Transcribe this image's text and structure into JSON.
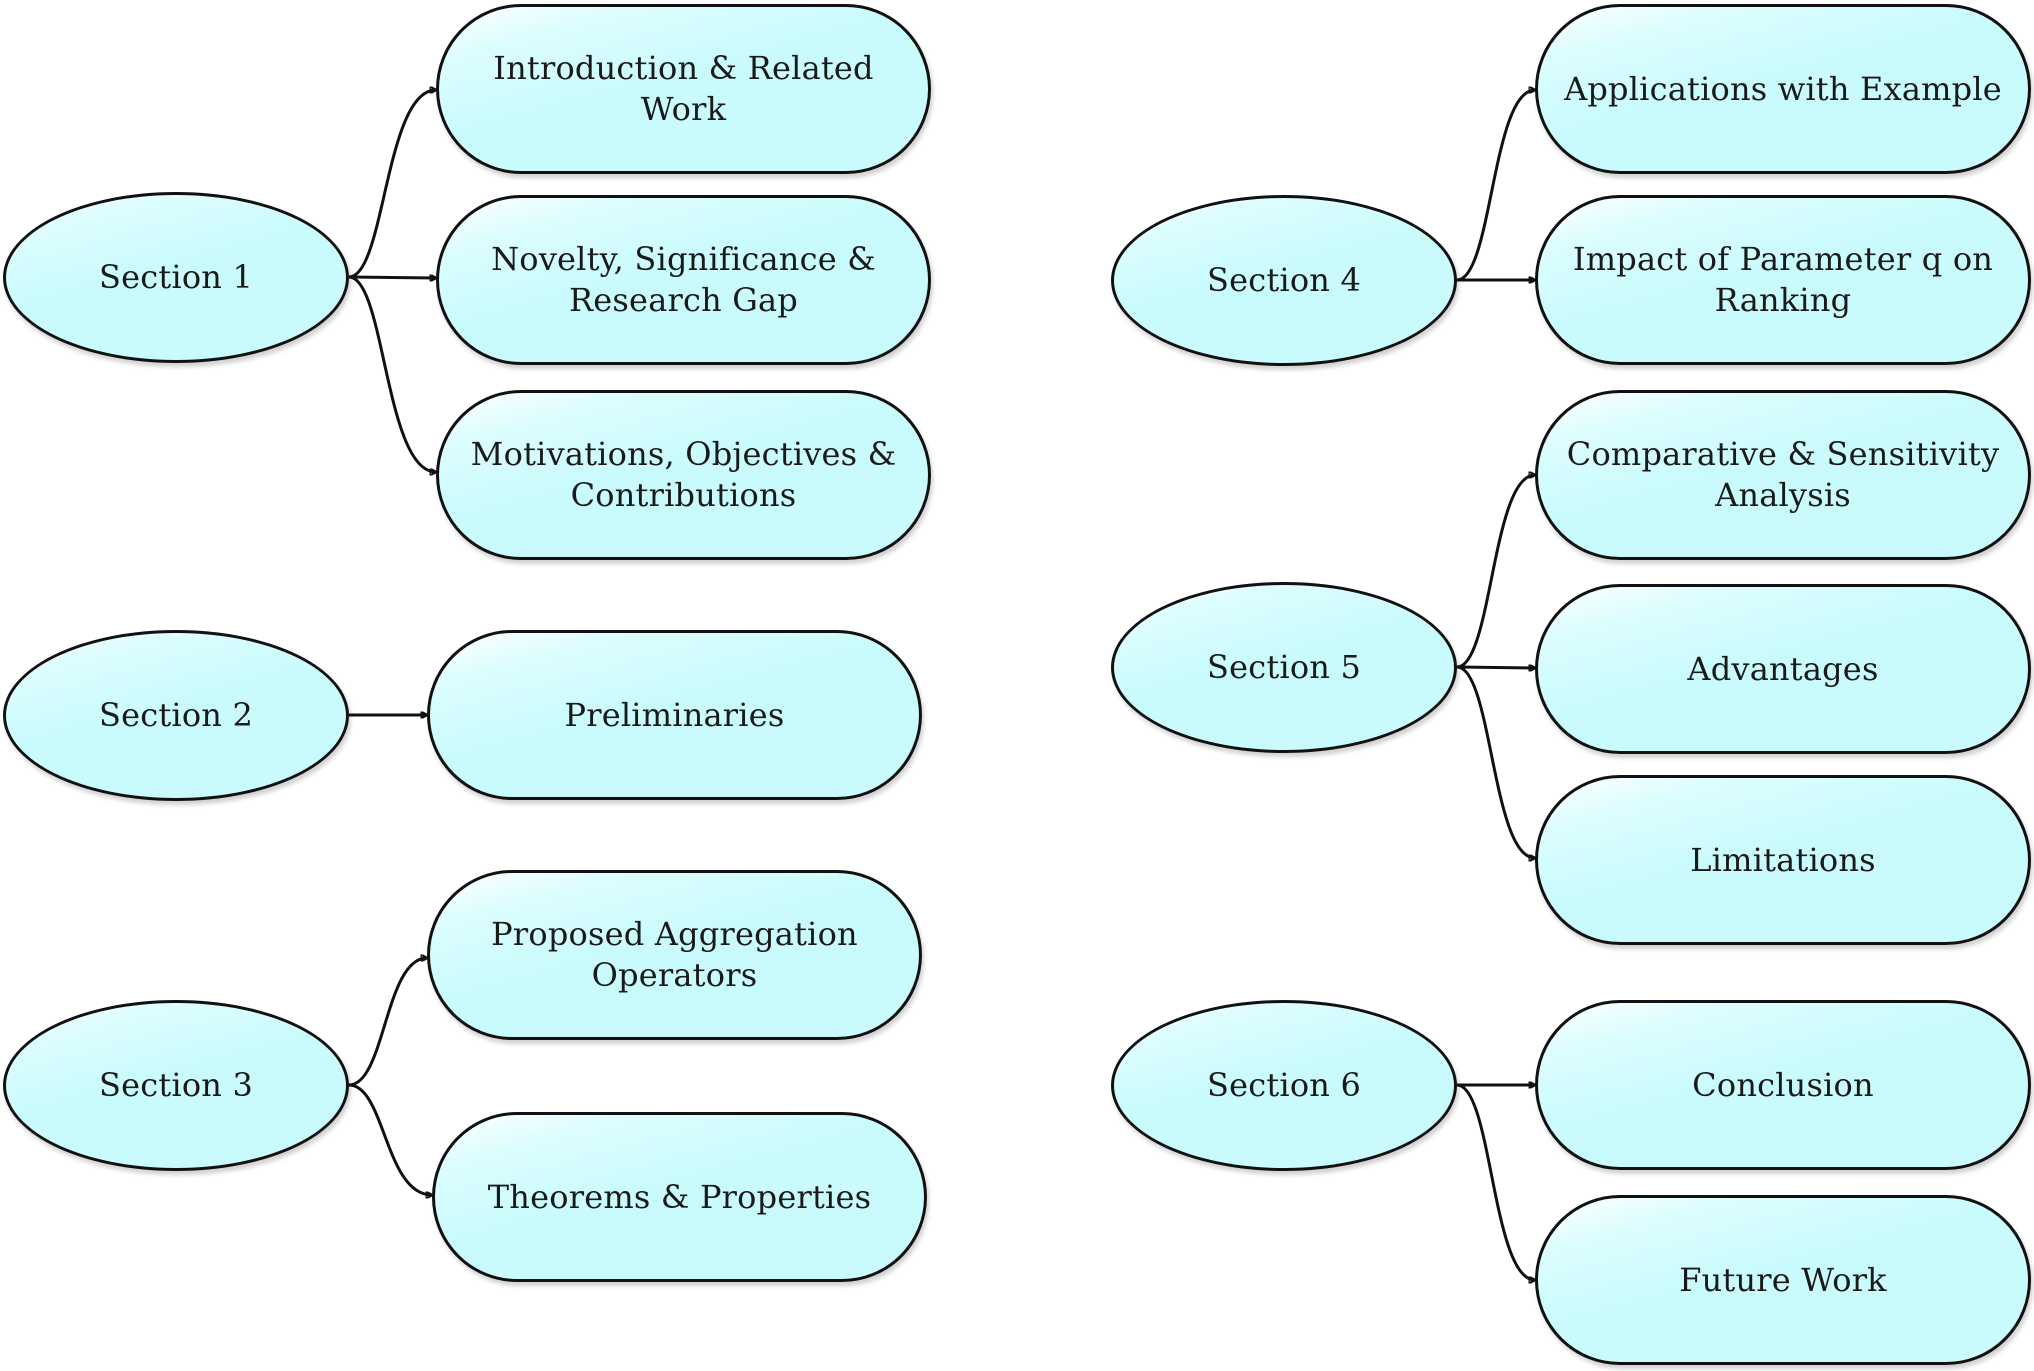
{
  "diagram": {
    "sections": [
      {
        "label": "Section 1",
        "items": [
          "Introduction & Related Work",
          "Novelty, Significance & Research Gap",
          "Motivations, Objectives & Contributions"
        ]
      },
      {
        "label": "Section 2",
        "items": [
          "Preliminaries"
        ]
      },
      {
        "label": "Section 3",
        "items": [
          "Proposed Aggregation Operators",
          "Theorems & Properties"
        ]
      },
      {
        "label": "Section 4",
        "items": [
          "Applications with Example",
          "Impact of Parameter q on Ranking"
        ]
      },
      {
        "label": "Section 5",
        "items": [
          "Comparative & Sensitivity Analysis",
          "Advantages",
          "Limitations"
        ]
      },
      {
        "label": "Section 6",
        "items": [
          "Conclusion",
          "Future Work"
        ]
      }
    ],
    "colors": {
      "node_fill": "#c9fbfd",
      "node_border": "#111111",
      "arrow": "#111111"
    }
  }
}
